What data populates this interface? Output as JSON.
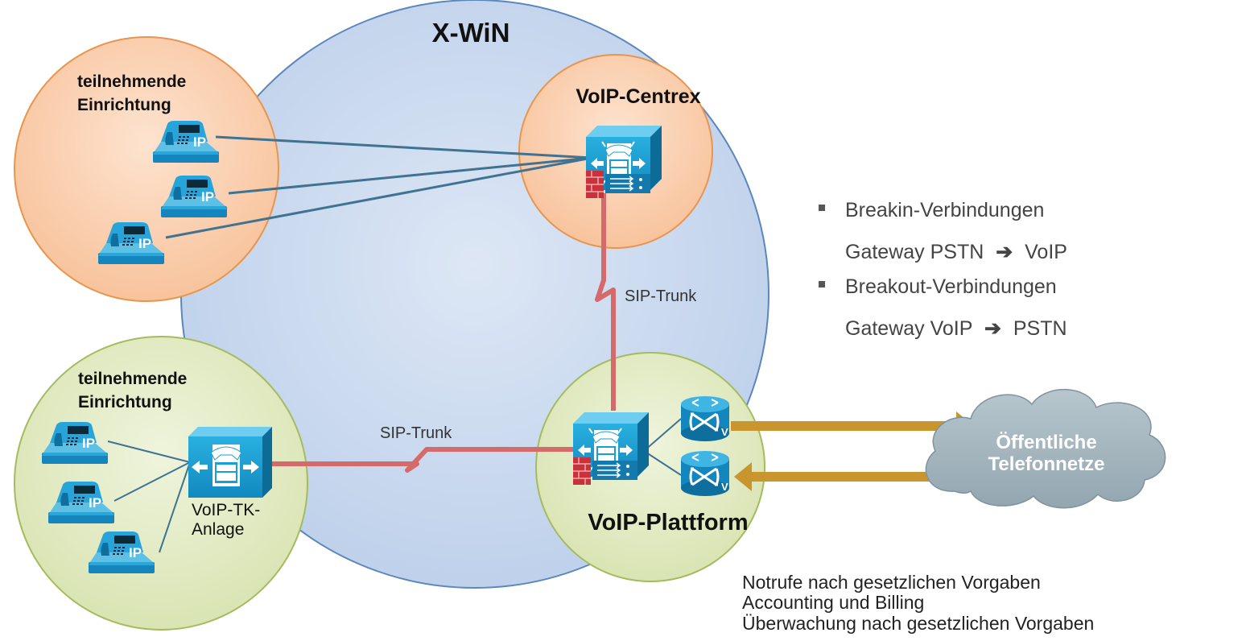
{
  "network": {
    "title": "X-WiN"
  },
  "institution_top": {
    "label_line1": "teilnehmende",
    "label_line2": "Einrichtung",
    "phone_label": "IP"
  },
  "institution_bottom": {
    "label_line1": "teilnehmende",
    "label_line2": "Einrichtung",
    "phone_label": "IP",
    "pbx_label_line1": "VoIP-TK-",
    "pbx_label_line2": "Anlage"
  },
  "centrex": {
    "title": "VoIP-Centrex"
  },
  "platform": {
    "title": "VoIP-Plattform",
    "gateway_letter": "V"
  },
  "trunks": {
    "vertical_label": "SIP-Trunk",
    "horizontal_label": "SIP-Trunk"
  },
  "pstn": {
    "line1": "Öffentliche",
    "line2": "Telefonnetze"
  },
  "bullets": {
    "items": [
      {
        "line1": "Breakin-Verbindungen",
        "line2_from": "Gateway PSTN",
        "arrow": "➔",
        "line2_to": "VoIP"
      },
      {
        "line1": "Breakout-Verbindungen",
        "line2_from": "Gateway VoIP",
        "arrow": "➔",
        "line2_to": "PSTN"
      }
    ]
  },
  "notes": {
    "lines": [
      "Notrufe nach gesetzlichen Vorgaben",
      "Accounting und Billing",
      "Überwachung nach gesetzlichen Vorgaben"
    ]
  },
  "colors": {
    "network_fill": "#c9d8ee",
    "network_stroke": "#5b87bc",
    "orange_fill": "#fbd1b2",
    "orange_stroke": "#e7954f",
    "green_fill": "#e3ebc8",
    "green_stroke": "#a4bb5e",
    "trunk": "#d46a6a",
    "phone_link": "#3f7391",
    "gold_arrow": "#c8952f",
    "device_blue": "#1e9fd0",
    "cloud_fill": "#a5b6bf"
  }
}
